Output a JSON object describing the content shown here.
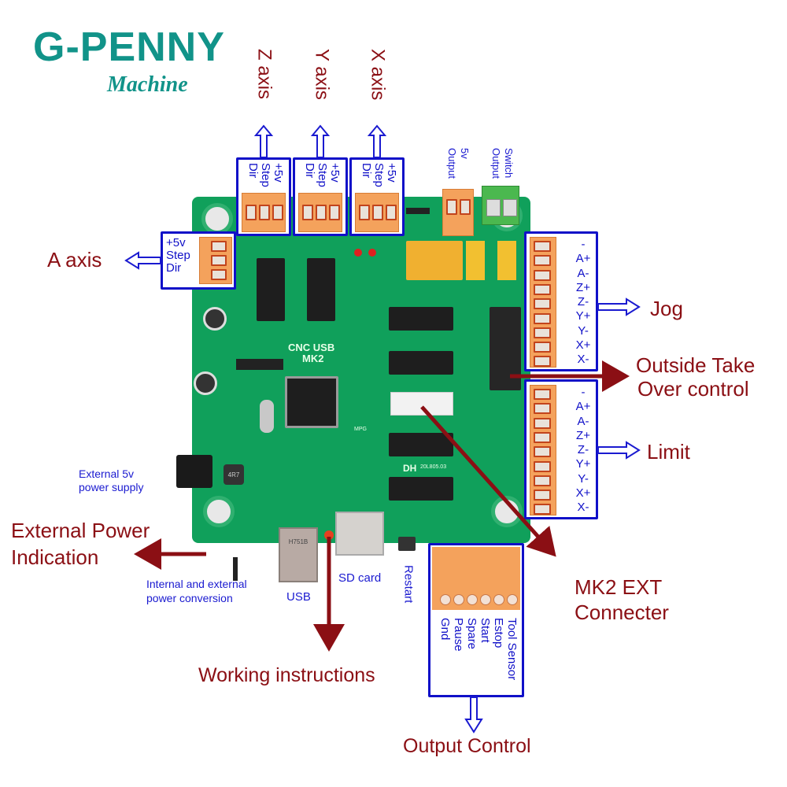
{
  "brand": {
    "name": "G-PENNY",
    "tagline": "Machine",
    "color": "#119389"
  },
  "colors": {
    "label_red": "#8b0f14",
    "label_blue": "#1a1ad0",
    "box_blue": "#1010c8",
    "pcb_green": "#10a05b",
    "terminal_orange": "#f4a25c"
  },
  "axes": {
    "z": {
      "title": "Z axis",
      "pins": [
        "+5v",
        "Step",
        "Dir"
      ]
    },
    "y": {
      "title": "Y axis",
      "pins": [
        "+5v",
        "Step",
        "Dir"
      ]
    },
    "x": {
      "title": "X axis",
      "pins": [
        "+5v",
        "Step",
        "Dir"
      ]
    },
    "a": {
      "title": "A axis",
      "pins": [
        "+5v",
        "Step",
        "Dir"
      ]
    }
  },
  "outputs": {
    "five_v": "5v Output",
    "five_v_lines": [
      "5v",
      "Output"
    ],
    "switch_lines": [
      "Switch",
      "Output"
    ]
  },
  "jog": {
    "title": "Jog",
    "pins": [
      "-",
      "A+",
      "A-",
      "Z+",
      "Z-",
      "Y+",
      "Y-",
      "X+",
      "X-"
    ]
  },
  "limit": {
    "title": "Limit",
    "pins": [
      "-",
      "A+",
      "A-",
      "Z+",
      "Z-",
      "Y+",
      "Y-",
      "X+",
      "X-"
    ]
  },
  "takeover": {
    "line1": "Outside Take",
    "line2": "Over control"
  },
  "mk2ext": {
    "line1": "MK2 EXT",
    "line2": "Connecter"
  },
  "power": {
    "ext5v_line1": "External 5v",
    "ext5v_line2": "power supply",
    "indication_line1": "External Power",
    "indication_line2": "Indication",
    "conversion_line1": "Internal and external",
    "conversion_line2": "power conversion"
  },
  "ports": {
    "usb": "USB",
    "sd": "SD card",
    "restart": "Restart"
  },
  "working_instructions": "Working instructions",
  "output_control": {
    "title": "Output Control",
    "pins": [
      "Gnd",
      "Pause",
      "Spare",
      "Start",
      "Estop",
      "Tool Sensor"
    ]
  },
  "silkscreen": {
    "board_name": "CNC USB",
    "board_model": "MK2",
    "dh": "DH",
    "date_code": "20L805.03",
    "mpg": "MPG",
    "inductor": "4R7",
    "usb_mark": "H751B"
  }
}
